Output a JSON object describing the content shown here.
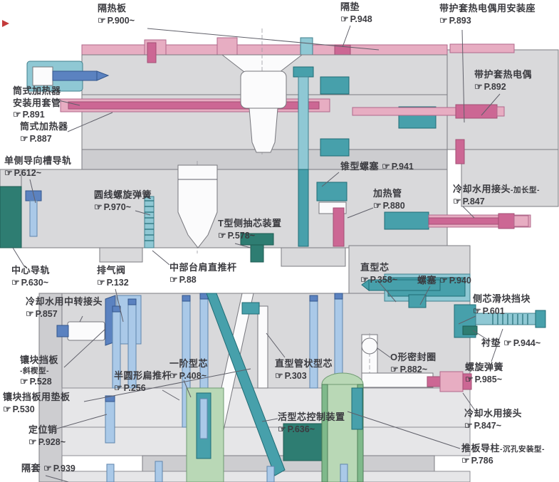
{
  "ref_icon": "☞",
  "colors": {
    "pink_light": "#e7adc2",
    "magenta": "#cc6794",
    "teal": "#47a0ab",
    "teal_dark": "#2e7d72",
    "teal_light": "#8fc8d4",
    "blue": "#5b82c0",
    "blue_light": "#aac9e8",
    "green_light": "#b9d8b6",
    "green": "#7fb98b",
    "plate_gray": "#d9d9db",
    "leader_line": "#60606a",
    "text": "#3b3b40"
  },
  "callouts": [
    {
      "name": "隔热板",
      "page": "P.900~"
    },
    {
      "name": "隔垫",
      "page": "P.948"
    },
    {
      "name": "带护套热电偶用安装座",
      "page": "P.893"
    },
    {
      "name": "带护套热电偶",
      "page": "P.892"
    },
    {
      "name": "筒式加热器",
      "sub": "安装用套管",
      "page": "P.891"
    },
    {
      "name": "筒式加热器",
      "page": "P.887"
    },
    {
      "name": "单侧导向槽导轨",
      "page": "P.612~"
    },
    {
      "name": "锥型螺塞",
      "page": "P.941"
    },
    {
      "name": "圆线螺旋弹簧",
      "page": "P.970~"
    },
    {
      "name": "加热管",
      "page": "P.880"
    },
    {
      "name": "冷却水用接头",
      "sub": "-加长型-",
      "page": "P.847"
    },
    {
      "name": "T型侧抽芯装置",
      "page": "P.578~"
    },
    {
      "name": "中心导轨",
      "page": "P.630~"
    },
    {
      "name": "排气阀",
      "page": "P.132"
    },
    {
      "name": "中部台肩直推杆",
      "page": "P.88"
    },
    {
      "name": "直型芯",
      "page": "P.358~"
    },
    {
      "name": "螺塞",
      "page": "P.940"
    },
    {
      "name": "侧芯滑块挡块",
      "page": "P.601"
    },
    {
      "name": "冷却水用中转接头",
      "page": "P.857"
    },
    {
      "name": "衬垫",
      "page": "P.944~"
    },
    {
      "name": "镶块挡板",
      "sub": "-斜楔型-",
      "page": "P.528"
    },
    {
      "name": "半圆形扁推杆",
      "page": "P.256"
    },
    {
      "name": "一阶型芯",
      "page": "P.408~"
    },
    {
      "name": "直型管状型芯",
      "page": "P.303"
    },
    {
      "name": "O形密封圈",
      "page": "P.882~"
    },
    {
      "name": "螺旋弹簧",
      "page": "P.985~"
    },
    {
      "name": "镶块挡板用垫板",
      "page": "P.530"
    },
    {
      "name": "冷却水用接头",
      "page": "P.847~"
    },
    {
      "name": "活型芯控制装置",
      "page": "P.636~"
    },
    {
      "name": "定位销",
      "page": "P.928~"
    },
    {
      "name": "隔套",
      "page": "P.939"
    },
    {
      "name": "推板导柱",
      "sub": "-沉孔安装型-",
      "page": "P.786"
    }
  ]
}
